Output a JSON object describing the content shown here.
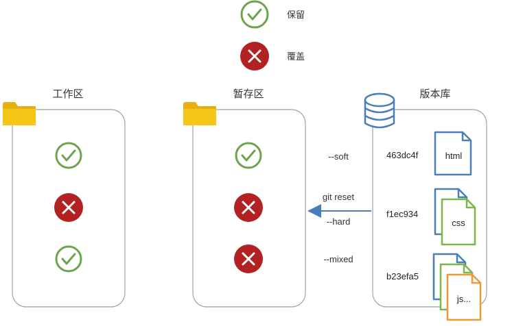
{
  "legend": {
    "keep_label": "保留",
    "overwrite_label": "覆盖"
  },
  "areas": {
    "workspace": {
      "title": "工作区",
      "states": [
        "keep",
        "overwrite",
        "keep"
      ]
    },
    "staging": {
      "title": "暂存区",
      "states": [
        "keep",
        "overwrite",
        "overwrite"
      ]
    },
    "repository": {
      "title": "版本库"
    }
  },
  "commits": [
    {
      "hash": "463dc4f",
      "files": [
        "html"
      ]
    },
    {
      "hash": "f1ec934",
      "files": [
        "html",
        "css"
      ]
    },
    {
      "hash": "b23efa5",
      "files": [
        "html",
        "css",
        "js..."
      ]
    }
  ],
  "command": {
    "name": "git reset",
    "options": [
      "--soft",
      "--hard",
      "--mixed"
    ]
  },
  "colors": {
    "keep": "#6da34d",
    "overwrite": "#b22222",
    "arrow": "#4a7ebb",
    "folder": "#f5c518",
    "file_html": "#4a7ebb",
    "file_css": "#7ab648",
    "file_js": "#f0973a"
  },
  "icons": {
    "keep": "check-circle-icon",
    "overwrite": "x-circle-icon",
    "folder": "folder-icon",
    "database": "database-icon",
    "file": "file-icon"
  }
}
